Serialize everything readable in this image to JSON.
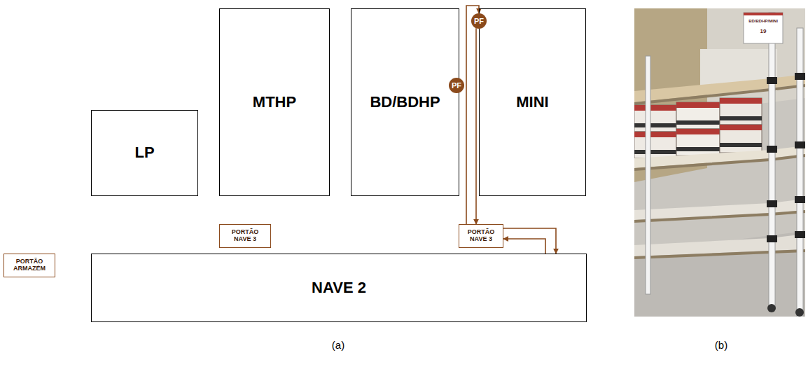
{
  "diagram": {
    "nodes": [
      {
        "text": [
          "MTHP"
        ]
      },
      {
        "text": [
          "BD/BDHP"
        ]
      },
      {
        "text": [
          "MINI"
        ]
      },
      {
        "text": [
          "PF"
        ]
      },
      {
        "text": [
          "PF"
        ]
      },
      {
        "text": [
          "LP"
        ]
      },
      {
        "text": [
          "PORTÃO NAVE 3"
        ]
      },
      {
        "text": [
          "PORTÃO NAVE 3"
        ]
      },
      {
        "text": [
          "PORTÃO ARMAZÉM"
        ]
      },
      {
        "text": [
          "NAVE 2"
        ]
      }
    ],
    "edges": [
      {
        "from": 7,
        "to": 9,
        "arrow": "to"
      },
      {
        "from": 9,
        "to": 7,
        "arrow": "to"
      },
      {
        "from": 7,
        "to": 3,
        "arrow": "to"
      },
      {
        "from": 3,
        "to": 7,
        "arrow": "to"
      }
    ],
    "labels": [
      "(a)",
      "(b)",
      "BD/BDHP/MINI",
      "19"
    ]
  }
}
